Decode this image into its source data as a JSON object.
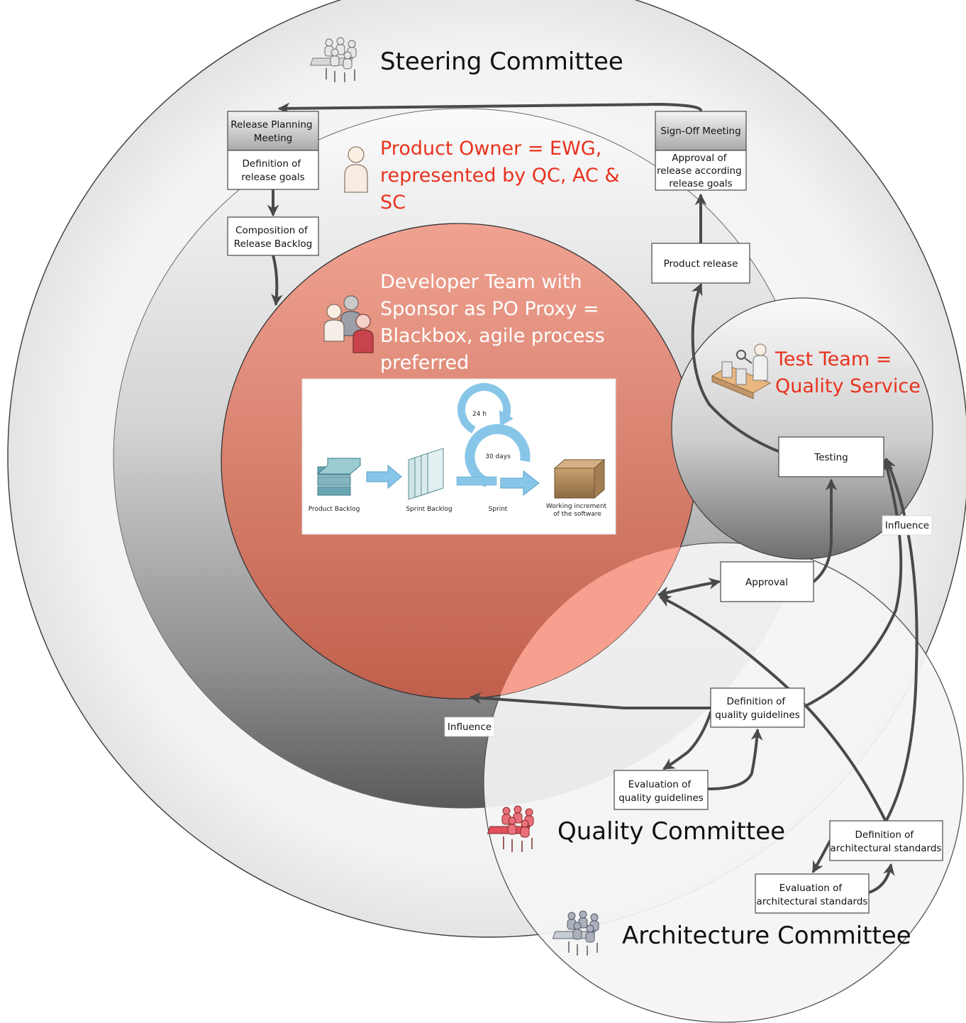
{
  "colors": {
    "accent_red": "#e8321e",
    "developer_circle": "#e28a78",
    "connector": "#4a4a4a"
  },
  "icons": {
    "steering": "committee-meeting-icon",
    "product_owner": "person-icon",
    "developer_team": "team-icon",
    "test_team": "quality-inspector-icon",
    "quality": "committee-meeting-icon",
    "architecture": "committee-meeting-icon",
    "backlog": "stacked-blocks-icon",
    "sprint_backlog": "sheets-icon",
    "sprint_loop": "cycle-arrow-icon",
    "increment": "package-box-icon"
  },
  "groups": {
    "steering": {
      "title": "Steering Committee"
    },
    "product_owner": {
      "title_lines": [
        "Product Owner = EWG,",
        "represented by QC, AC &",
        "SC"
      ]
    },
    "developer_team": {
      "title_lines": [
        "Developer Team with",
        "Sponsor as PO Proxy =",
        "Blackbox, agile process",
        "preferred"
      ]
    },
    "test_team": {
      "title_lines": [
        "Test Team =",
        "Quality Service"
      ]
    },
    "quality": {
      "title": "Quality Committee"
    },
    "architecture": {
      "title": "Architecture Committee"
    }
  },
  "boxes": {
    "release_planning_header": [
      "Release Planning",
      "Meeting"
    ],
    "release_goals": [
      "Definition of",
      "release goals"
    ],
    "release_backlog": [
      "Composition of",
      "Release Backlog"
    ],
    "signoff_header": [
      "Sign-Off Meeting"
    ],
    "approval_release": [
      "Approval of",
      "release according",
      "release goals"
    ],
    "product_release": [
      "Product release"
    ],
    "testing": [
      "Testing"
    ],
    "approval": [
      "Approval"
    ],
    "quality_guidelines": [
      "Definition of",
      "quality guidelines"
    ],
    "eval_quality": [
      "Evaluation of",
      "quality guidelines"
    ],
    "arch_standards": [
      "Definition of",
      "architectural standards"
    ],
    "eval_arch": [
      "Evaluation of",
      "architectural standards"
    ]
  },
  "influence_labels": {
    "left": "Influence",
    "right": "Influence"
  },
  "scrum": {
    "product_backlog": "Product Backlog",
    "sprint_backlog": "Sprint Backlog",
    "sprint": "Sprint",
    "increment_lines": [
      "Working increment",
      "of the software"
    ],
    "daily": "24 h",
    "monthly": "30 days"
  }
}
